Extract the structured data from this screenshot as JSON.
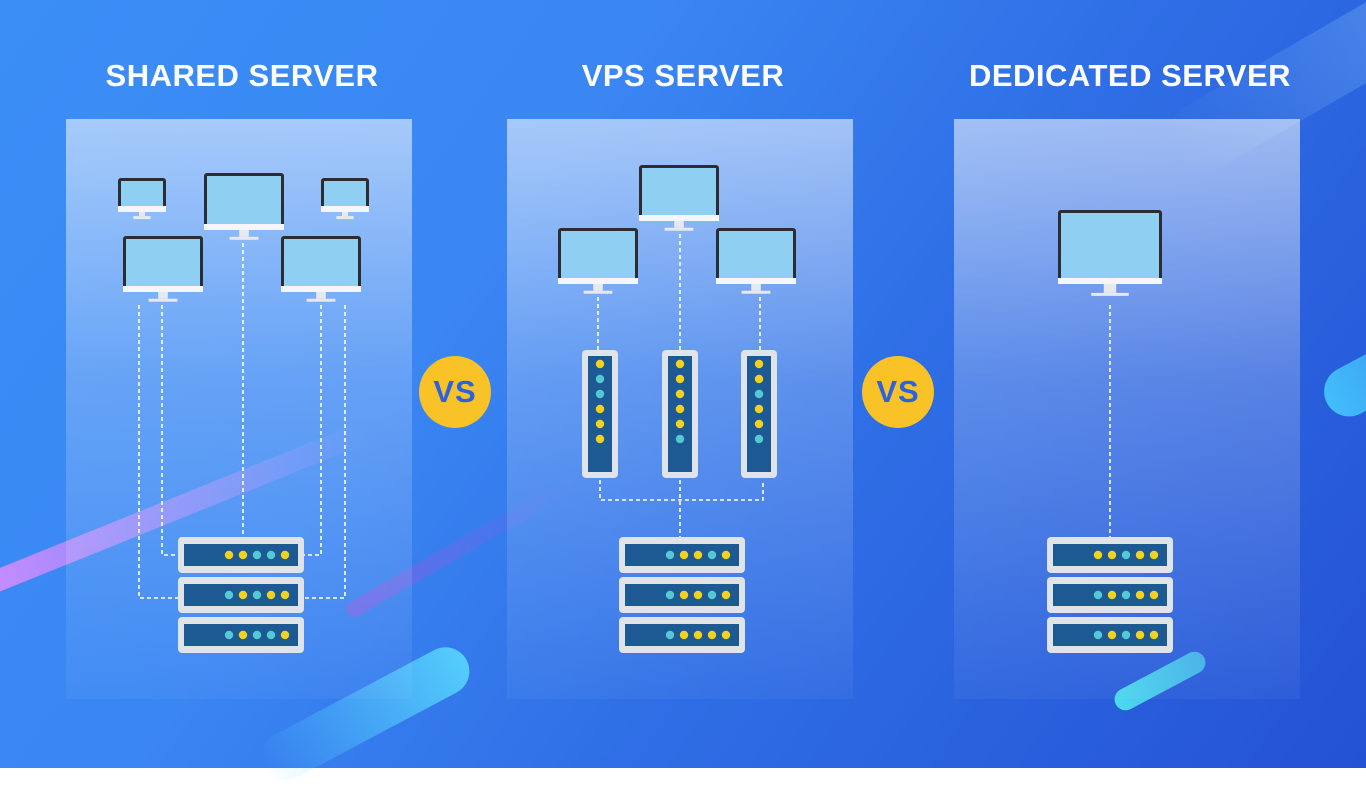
{
  "columns": [
    {
      "title": "SHARED SERVER"
    },
    {
      "title": "VPS SERVER"
    },
    {
      "title": "DEDICATED SERVER"
    }
  ],
  "separators": [
    "VS",
    "VS"
  ],
  "colors": {
    "background_start": "#3b8ef6",
    "background_end": "#2452d4",
    "badge": "#f9c327",
    "badge_text": "#2a63e0",
    "server_face": "#1d5a93",
    "led_yellow": "#f2d21f",
    "led_cyan": "#55c8d6",
    "screen": "#8fd0f2"
  }
}
